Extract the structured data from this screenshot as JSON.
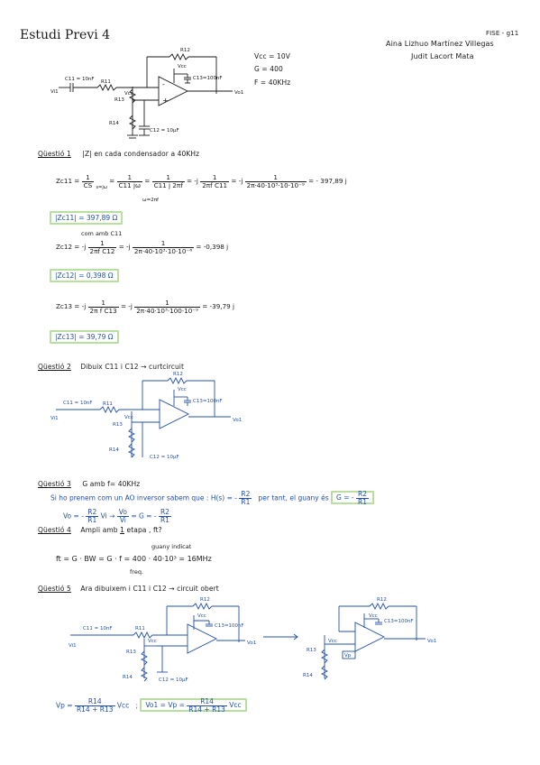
{
  "title": "Estudi Previ 4",
  "header": {
    "code": "FISE - g11",
    "author1": "Aina Lizhuo Martínez Villegas",
    "author2": "Judit Lacort Mata"
  },
  "params": {
    "vcc": "Vcc = 10V",
    "gain": "G = 400",
    "freq": "F = 40KHz"
  },
  "circuit_labels": {
    "r12": "R12",
    "r11": "R11",
    "r13": "R13",
    "r14": "R14",
    "c11": "C11 = 10nF",
    "c12": "C12 = 10μF",
    "c13": "C13=100nF",
    "vcc": "Vcc",
    "vi": "Vi1",
    "vo": "Vo1",
    "vp": "Vp"
  },
  "q1": {
    "heading": "Qüestió 1",
    "text": "|Z| en cada condensador a 40KHz",
    "zc11_lhs": "Zc11 =",
    "zc11_f1_num": "1",
    "zc11_f1_den": "CS",
    "zc11_sub": "s=jω",
    "zc11_f2_num": "1",
    "zc11_f2_den": "C11 jω",
    "zc11_f3_num": "1",
    "zc11_f3_den": "C11 j 2πf",
    "zc11_f4_pre": "= -j",
    "zc11_f4_num": "1",
    "zc11_f4_den": "2πf C11",
    "zc11_f5_pre": "= -j",
    "zc11_f5_num": "1",
    "zc11_f5_den": "2π·40·10³·10·10⁻⁹",
    "zc11_result": "= - 397,89 j",
    "omega_note": "ω=2πf",
    "box1": "|Zc11| = 397,89 Ω",
    "amb_note": "com amb C11",
    "zc12_lhs": "Zc12 = -j",
    "zc12_f1_num": "1",
    "zc12_f1_den": "2πf C12",
    "zc12_f2_pre": "= -j",
    "zc12_f2_num": "1",
    "zc12_f2_den": "2π·40·10³·10·10⁻⁶",
    "zc12_result": "= -0,398 j",
    "box2": "|Zc12| = 0,398 Ω",
    "zc13_lhs": "Zc13 = -j",
    "zc13_f1_num": "1",
    "zc13_f1_den": "2π f C13",
    "zc13_f2_pre": "= -j",
    "zc13_f2_num": "1",
    "zc13_f2_den": "2π·40·10³·100·10⁻⁹",
    "zc13_result": "= -39,79 j",
    "box3": "|Zc13| = 39,79 Ω"
  },
  "q2": {
    "heading": "Qüestió 2",
    "text": "Dibuix   C11 i C12 → curtcircuit"
  },
  "q3": {
    "heading": "Qüestió 3",
    "text": "G amb f= 40KHz",
    "line1a": "Si ho prenem com un AO inversor sabem que : H(s) = -",
    "h_num": "R2",
    "h_den": "R1",
    "line1b": "per tant, el guany és",
    "g_box_pre": "G = -",
    "g_num": "R2",
    "g_den": "R1",
    "line2a": "Vo = -",
    "l2f1_num": "R2",
    "l2f1_den": "R1",
    "line2b": "Vi  →",
    "l2f2_num": "Vo",
    "l2f2_den": "Vi",
    "line2c": "= G = -",
    "l2f3_num": "R2",
    "l2f3_den": "R1"
  },
  "q4": {
    "heading": "Qüestió 4",
    "text_pre": "Ampli amb ",
    "text_one": "1",
    "text_post": " etapa , ft?",
    "guany_note": "guany indicat",
    "freq_note": "freq.",
    "eq": "ft = G · BW = G · f = 400 · 40·10³ = 16MHz"
  },
  "q5": {
    "heading": "Qüestió 5",
    "text": "Ara dibuixem i C11 i C12 → circuit obert",
    "vp_lhs": "Vp =",
    "vp_num": "R14",
    "vp_den": "R14 + R13",
    "vp_vcc": "Vcc",
    "sep": ";",
    "box_pre": "Vo1 = Vp =",
    "box_num": "R14",
    "box_den": "R14 + R13",
    "box_vcc": "Vcc"
  }
}
